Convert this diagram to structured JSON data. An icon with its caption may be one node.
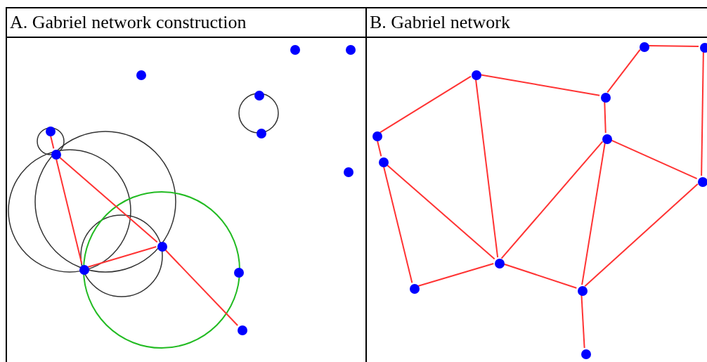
{
  "diagram": {
    "nodes": [
      {
        "text": [
          "A. Gabriel network construction"
        ]
      },
      {
        "text": [],
        "shape": "circle",
        "in": 0
      },
      {
        "text": [],
        "shape": "circle",
        "in": 0
      },
      {
        "text": [],
        "shape": "circle",
        "in": 0
      },
      {
        "text": [],
        "shape": "circle",
        "in": 0
      },
      {
        "text": [],
        "shape": "circle",
        "in": 0
      },
      {
        "text": [],
        "shape": "circle",
        "in": 0
      },
      {
        "text": [],
        "shape": "circle",
        "in": 0
      },
      {
        "text": [],
        "shape": "circle",
        "in": 0
      },
      {
        "text": [],
        "shape": "circle",
        "in": 0
      },
      {
        "text": [],
        "shape": "circle",
        "in": 0
      },
      {
        "text": [],
        "shape": "circle",
        "in": 0
      },
      {
        "text": [],
        "shape": "circle",
        "in": 0
      },
      {
        "text": [
          "B. Gabriel network"
        ]
      },
      {
        "text": [],
        "shape": "circle",
        "in": 13
      },
      {
        "text": [],
        "shape": "circle",
        "in": 13
      },
      {
        "text": [],
        "shape": "circle",
        "in": 13
      },
      {
        "text": [],
        "shape": "circle",
        "in": 13
      },
      {
        "text": [],
        "shape": "circle",
        "in": 13
      },
      {
        "text": [],
        "shape": "circle",
        "in": 13
      },
      {
        "text": [],
        "shape": "circle",
        "in": 13
      },
      {
        "text": [],
        "shape": "circle",
        "in": 13
      },
      {
        "text": [],
        "shape": "circle",
        "in": 13
      },
      {
        "text": [],
        "shape": "circle",
        "in": 13
      },
      {
        "text": [],
        "shape": "circle",
        "in": 13
      },
      {
        "text": [],
        "shape": "circle",
        "in": 13
      }
    ],
    "edges": [
      {
        "from": 5,
        "to": 7,
        "arrow": "none"
      },
      {
        "from": 7,
        "to": 10,
        "arrow": "none"
      },
      {
        "from": 7,
        "to": 9,
        "arrow": "none"
      },
      {
        "from": 10,
        "to": 9,
        "arrow": "none"
      },
      {
        "from": 9,
        "to": 12,
        "arrow": "none"
      },
      {
        "from": 14,
        "to": 15,
        "arrow": "none"
      },
      {
        "from": 14,
        "to": 17,
        "arrow": "none"
      },
      {
        "from": 15,
        "to": 21,
        "arrow": "none"
      },
      {
        "from": 16,
        "to": 17,
        "arrow": "none"
      },
      {
        "from": 16,
        "to": 18,
        "arrow": "none"
      },
      {
        "from": 16,
        "to": 22,
        "arrow": "none"
      },
      {
        "from": 17,
        "to": 19,
        "arrow": "none"
      },
      {
        "from": 18,
        "to": 20,
        "arrow": "none"
      },
      {
        "from": 19,
        "to": 21,
        "arrow": "none"
      },
      {
        "from": 19,
        "to": 22,
        "arrow": "none"
      },
      {
        "from": 19,
        "to": 24,
        "arrow": "none"
      },
      {
        "from": 20,
        "to": 22,
        "arrow": "none"
      },
      {
        "from": 20,
        "to": 23,
        "arrow": "none"
      },
      {
        "from": 22,
        "to": 23,
        "arrow": "none"
      },
      {
        "from": 22,
        "to": 24,
        "arrow": "none"
      },
      {
        "from": 21,
        "to": 24,
        "arrow": "none"
      },
      {
        "from": 24,
        "to": 25,
        "arrow": "none"
      }
    ]
  }
}
